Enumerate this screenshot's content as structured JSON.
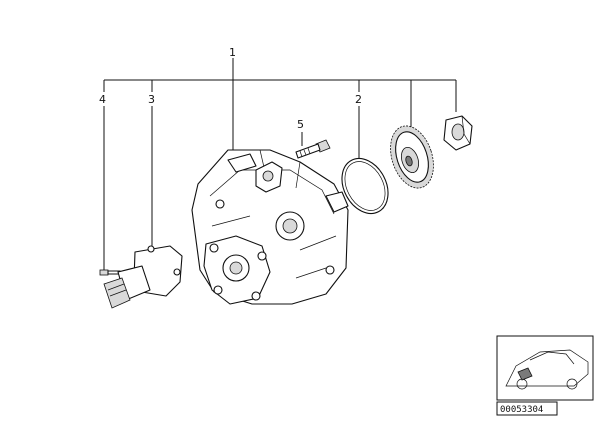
{
  "callouts": {
    "c1": "1",
    "c2": "2",
    "c3": "3",
    "c4": "4",
    "c5": "5"
  },
  "thumbnail": {
    "code": "00053304"
  },
  "colors": {
    "line": "#111111",
    "shade": "#d9d9d9",
    "background": "#ffffff"
  }
}
